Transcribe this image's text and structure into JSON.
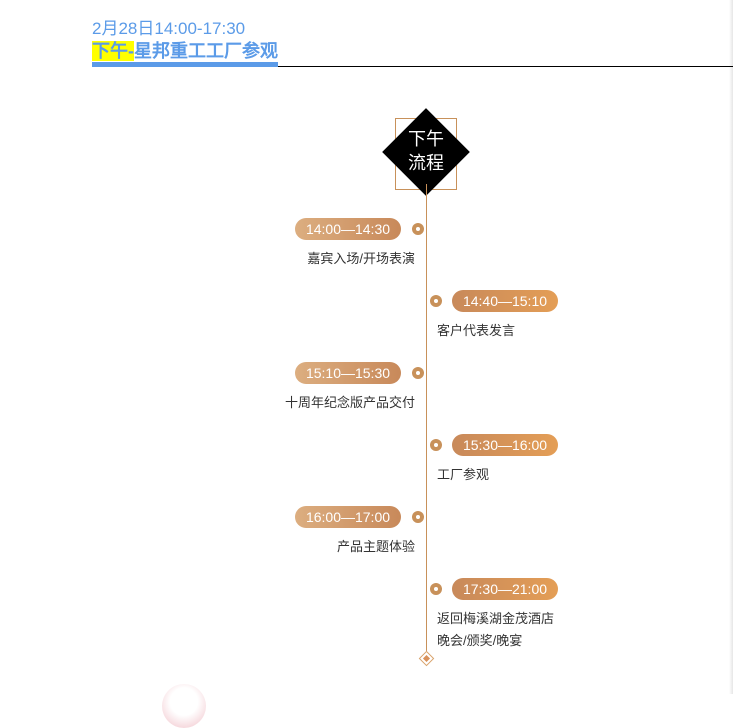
{
  "header": {
    "date_time": "2月28日14:00-17:30",
    "title_highlight": "下午-",
    "title_rest": "星邦重工工厂参观"
  },
  "badge": {
    "line1": "下午",
    "line2": "流程"
  },
  "timeline": {
    "items": [
      {
        "time": "14:00—14:30",
        "side": "left",
        "lines": [
          "嘉宾入场/开场表演"
        ]
      },
      {
        "time": "14:40—15:10",
        "side": "right",
        "lines": [
          "客户代表发言"
        ]
      },
      {
        "time": "15:10—15:30",
        "side": "left",
        "lines": [
          "十周年纪念版产品交付"
        ]
      },
      {
        "time": "15:30—16:00",
        "side": "right",
        "lines": [
          "工厂参观"
        ]
      },
      {
        "time": "16:00—17:00",
        "side": "left",
        "lines": [
          "产品主题体验"
        ]
      },
      {
        "time": "17:30—21:00",
        "side": "right",
        "lines": [
          "返回梅溪湖金茂酒店",
          "晚会/颁奖/晚宴"
        ]
      }
    ]
  },
  "colors": {
    "accent_blue": "#5b9be8",
    "highlight_yellow": "#ffff00",
    "timeline_brown": "#c8915a",
    "pill_orange": "#d9985e"
  }
}
